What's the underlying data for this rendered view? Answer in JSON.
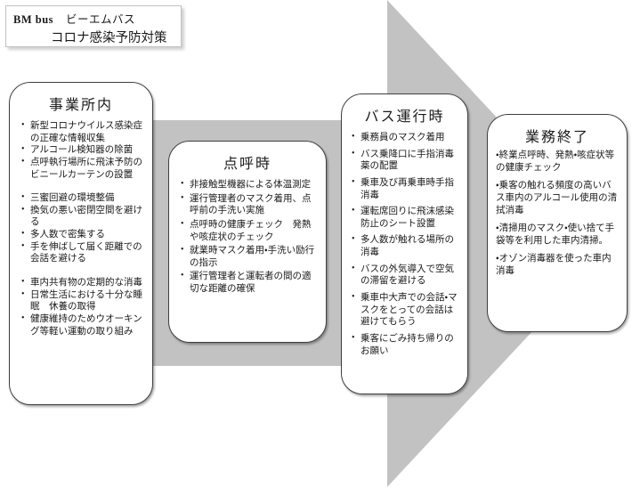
{
  "header": {
    "brand_en": "BM  bus",
    "brand_ja": "ビーエムバス",
    "title": "コロナ感染予防対策"
  },
  "colors": {
    "arrow": "#c2c2c2",
    "box_border": "#404040"
  },
  "arrow": {
    "shape": "right-block-arrow"
  },
  "boxes": [
    {
      "id": "office",
      "title": "事業所内",
      "bullet": "•",
      "groups": [
        [
          "新型コロナウイルス感染症の正確な情報収集",
          "アルコール検知器の除菌",
          "点呼執行場所に飛沫予防のビニールカーテンの設置"
        ],
        [
          "三蜜回避の環境整備",
          "換気の悪い密閉空間を避ける",
          "多人数で密集する",
          "手を伸ばして届く距離での会話を避ける"
        ],
        [
          "車内共有物の定期的な消毒",
          "日常生活における十分な睡眠　休養の取得",
          "健康維持のためウオーキング等軽い運動の取り組み"
        ]
      ]
    },
    {
      "id": "rollcall",
      "title": "点呼時",
      "bullet": "•",
      "groups": [
        [
          "非接触型機器による体温測定",
          "運行管理者のマスク着用、点呼前の手洗い実施",
          "点呼時の健康チェック　発熱や咳症状のチェック",
          "就業時マスク着用・手洗い励行の指示",
          "運行管理者と運転者の間の適切な距離の確保"
        ]
      ]
    },
    {
      "id": "bus-operation",
      "title": "バス運行時",
      "bullet": "•",
      "groups": [
        [
          "乗務員のマスク着用",
          "バス乗降口に手指消毒薬の配置",
          "乗車及び再乗車時手指消毒",
          "運転席回りに飛沫感染防止のシート設置",
          "多人数が触れる場所の消毒",
          "バスの外気導入で空気の滞留を避ける",
          "乗車中大声での会話・マスクをとっての会話は避けてもらう",
          "乗客にごみ持ち帰りのお願い"
        ]
      ]
    },
    {
      "id": "end-of-work",
      "title": "業務終了",
      "bullet": "・",
      "groups": [
        [
          "終業点呼時、発熱・咳症状等の健康チェック",
          "乗客の触れる頻度の高いバス車内のアルコール使用の清拭消毒",
          "清掃用のマスク・使い捨て手袋等を利用した車内清掃。",
          "オゾン消毒器を使った車内消毒"
        ]
      ]
    }
  ]
}
